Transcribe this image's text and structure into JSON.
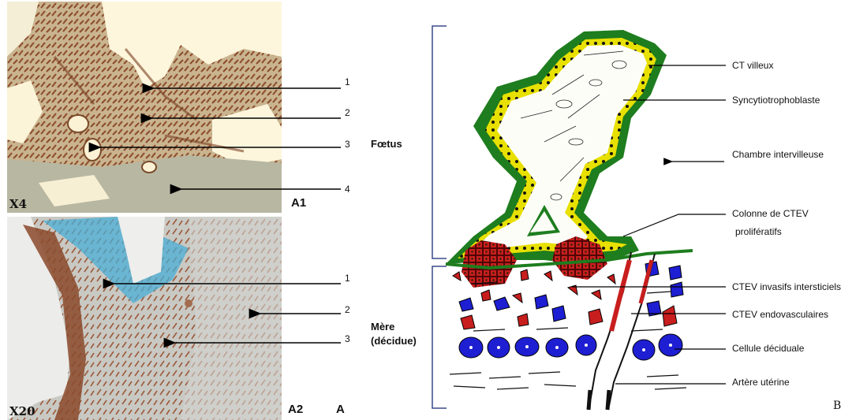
{
  "panel_a1": {
    "magnification": "X4",
    "label": "A1"
  },
  "panel_a2": {
    "magnification": "X20",
    "label": "A2"
  },
  "panel_a_letter": "A",
  "panel_b_letter": "B",
  "a1_numbers": [
    "1",
    "2",
    "3",
    "4"
  ],
  "a2_numbers": [
    "1",
    "2",
    "3"
  ],
  "region_labels": {
    "foetus": "Fœtus",
    "mere_line1": "Mère",
    "mere_line2": "(décidue)"
  },
  "diagram_labels": [
    "CT villeux",
    "Syncytiotrophoblaste",
    "Chambre intervilleuse",
    "Colonne de CTEV",
    "prolifératifs",
    "CTEV invasifs intersticiels",
    "CTEV endovasculaires",
    "Cellule déciduale",
    "Artère utérine"
  ],
  "colors": {
    "villus_border": "#1e7d1e",
    "trophoblast": "#e8e000",
    "ctev": "#c81e1e",
    "decidual_cell": "#1e1ed2",
    "tissue_brown": "#8b4a2b",
    "stain_blue": "#4aaed6"
  }
}
